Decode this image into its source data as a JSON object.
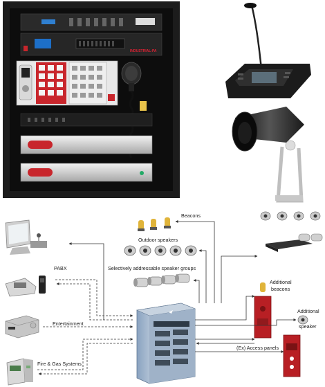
{
  "labels": {
    "beacons": "Beacons",
    "outdoor_speakers": "Outdoor speakers",
    "speaker_groups": "Selectively addressable speaker groups",
    "pabx": "PABX",
    "entertainment": "Entertainment",
    "fire_gas": "Fire & Gas Systems",
    "additional_beacons_1": "Additional",
    "additional_beacons_2": "beacons",
    "additional_speaker_1": "Additional",
    "additional_speaker_2": "speaker",
    "access_panels": "(Ex) Access panels"
  },
  "rack": {
    "brand": "INDUSTRIAL-PA"
  },
  "colors": {
    "rack_dark": "#1a1a1a",
    "panel_red": "#c8262c",
    "beacon_red": "#b81f24",
    "line": "#333333"
  }
}
